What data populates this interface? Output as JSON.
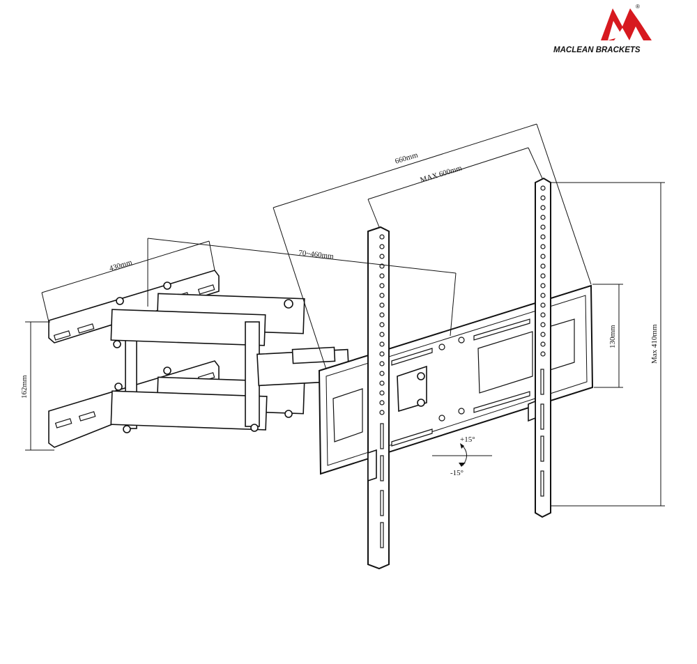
{
  "brand": {
    "name": "MACLEAN BRACKETS",
    "registered_mark": "®",
    "logo_colors": {
      "primary": "#d7191f",
      "secondary": "#111111"
    }
  },
  "dimensions": {
    "total_width": "660mm",
    "max_vesa_width": "MAX 600mm",
    "wall_plate_width": "430mm",
    "extension": "70~460mm",
    "wall_plate_height": "162mm",
    "tv_plate_height": "130mm",
    "max_vesa_height": "Max 410mm",
    "tilt_up": "+15°",
    "tilt_down": "-15°"
  }
}
